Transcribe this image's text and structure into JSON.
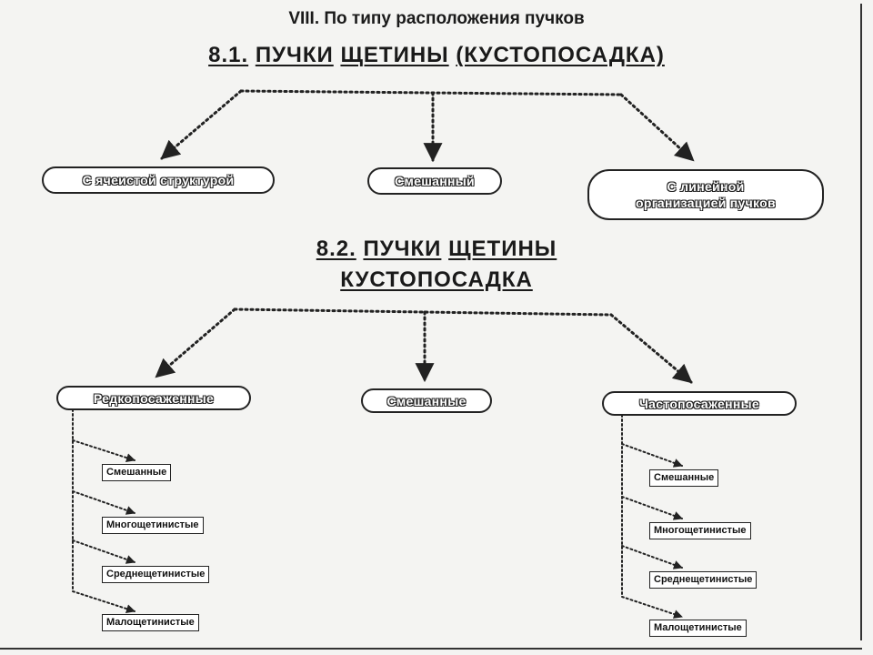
{
  "heading": "VIII. По типу расположения пучков",
  "section1": {
    "number": "8.1.",
    "words": [
      "ПУЧКИ",
      "ЩЕТИНЫ",
      "(КУСТОПОСАДКА)"
    ],
    "items": [
      "С ячеистой структурой",
      "Смешанный",
      "С линейной",
      "организацией пучков"
    ]
  },
  "section2": {
    "number": "8.2.",
    "words": [
      "ПУЧКИ",
      "ЩЕТИНЫ"
    ],
    "line2": "КУСТОПОСАДКА",
    "groups": [
      "Редкопосаженные",
      "Смешанные",
      "Частопосаженные"
    ],
    "subitems": [
      "Смешанные",
      "Многощетинистые",
      "Среднещетинистые",
      "Малощетинистые"
    ]
  }
}
